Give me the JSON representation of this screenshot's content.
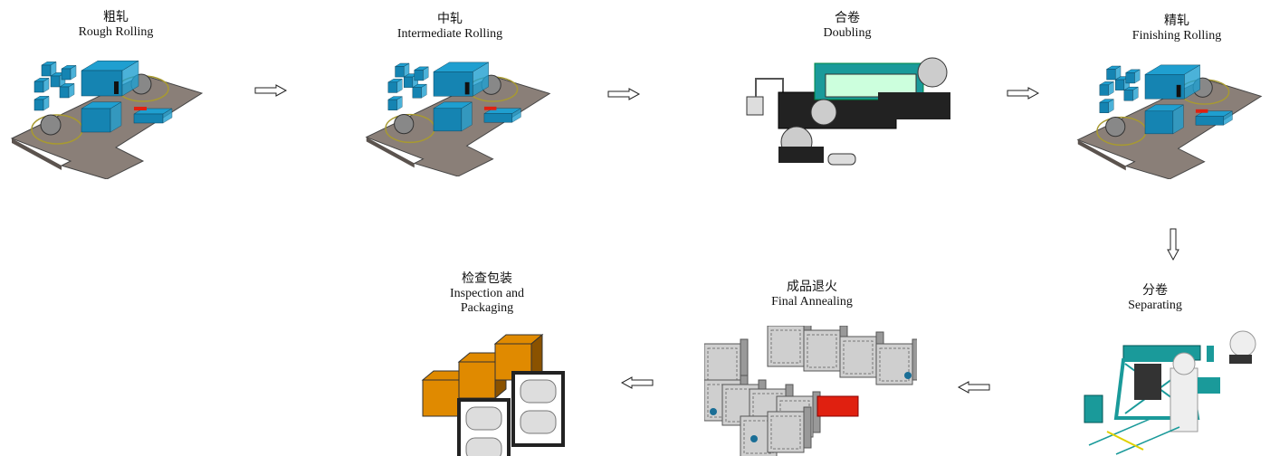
{
  "title": "Aluminium foil production process flow",
  "stages": [
    {
      "id": "rough-rolling",
      "zh": "粗轧",
      "en": [
        "Rough Rolling"
      ],
      "kind": "mill"
    },
    {
      "id": "intermediate-rolling",
      "zh": "中轧",
      "en": [
        "Intermediate Rolling"
      ],
      "kind": "mill"
    },
    {
      "id": "doubling",
      "zh": "合卷",
      "en": [
        "Doubling"
      ],
      "kind": "doubler"
    },
    {
      "id": "finishing-rolling",
      "zh": "精轧",
      "en": [
        "Finishing Rolling"
      ],
      "kind": "mill"
    },
    {
      "id": "separating",
      "zh": "分卷",
      "en": [
        "Separating"
      ],
      "kind": "separator"
    },
    {
      "id": "final-annealing",
      "zh": "成品退火",
      "en": [
        "Final Annealing"
      ],
      "kind": "furnace"
    },
    {
      "id": "inspection-packaging",
      "zh": "检查包装",
      "en": [
        "Inspection and",
        "Packaging"
      ],
      "kind": "packaging"
    }
  ],
  "flow_arrows": [
    "right",
    "right",
    "right",
    "down",
    "left",
    "left"
  ],
  "colors": {
    "mill_blue": "#1f9fd0",
    "floor": "#8a7f78",
    "teal": "#1a9a9a",
    "red": "#e02010",
    "orange": "#e08a00",
    "steel": "#b8b8b8"
  }
}
